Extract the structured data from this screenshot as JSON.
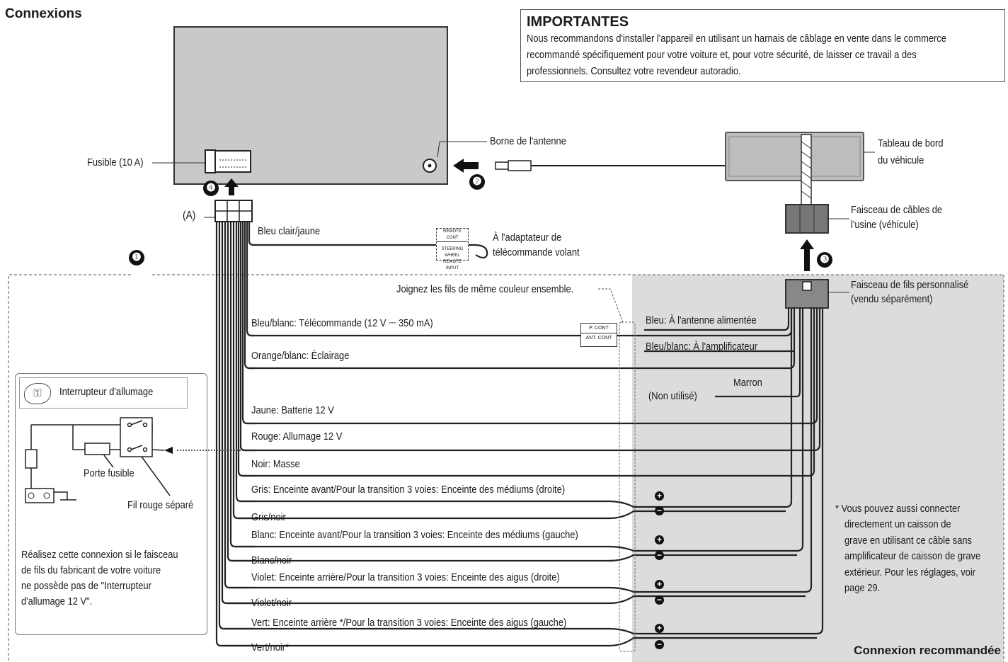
{
  "title": "Connexions",
  "important": {
    "heading": "IMPORTANTES",
    "lines": [
      "Nous recommandons d'installer l'appareil en utilisant un harnais de câblage en vente dans le commerce",
      "recommandé spécifiquement pour votre voiture et, pour votre sécurité, de laisser ce travail a des",
      "professionnels. Consultez votre revendeur autoradio."
    ]
  },
  "labels": {
    "fuse": "Fusible (10 A)",
    "antenna_terminal": "Borne de l'antenne",
    "dashboard_1": "Tableau de bord",
    "dashboard_2": "du véhicule",
    "factory_harness_1": "Faisceau de câbles de",
    "factory_harness_2": "l'usine (véhicule)",
    "custom_harness_1": "Faisceau de fils personnalisé",
    "custom_harness_2": "(vendu séparément)",
    "a_marker": "(A)",
    "steering_adapter_1": "À l'adaptateur de",
    "steering_adapter_2": "télécommande volant",
    "join_wires": "Joignez les fils de même couleur ensemble.",
    "ign_switch": "Interrupteur d'allumage",
    "fuse_holder": "Porte fusible",
    "red_wire_sep": "Fil rouge séparé",
    "recommended": "Connexion recommandée",
    "remote_cont_box": "REMOTE CONT",
    "steering_box_1": "STEERING WHEEL",
    "steering_box_2": "REMOTE INPUT",
    "p_cont": "P. CONT",
    "ant_cont": "ANT. CONT"
  },
  "ign_note": [
    "Réalisez cette connexion si le faisceau",
    "de fils du fabricant de votre voiture",
    "ne possède pas de \"Interrupteur",
    "d'allumage 12 V\"."
  ],
  "sub_note": [
    "* Vous pouvez aussi connecter",
    "directement un caisson de",
    "grave en utilisant ce câble sans",
    "amplificateur de caisson de grave",
    "extérieur. Pour les réglages, voir",
    "page 29."
  ],
  "steps": [
    "❶",
    "❷",
    "❸",
    "❹"
  ],
  "wires_left": [
    "Bleu clair/jaune",
    "Bleu/blanc: Télécommande (12 V ⎓ 350 mA)",
    "Orange/blanc: Éclairage",
    "Jaune: Batterie 12 V",
    "Rouge: Allumage 12 V",
    "Noir: Masse",
    "Gris: Enceinte avant/Pour la transition 3 voies: Enceinte des médiums (droite)",
    "Gris/noir",
    "Blanc: Enceinte avant/Pour la transition 3 voies: Enceinte des médiums (gauche)",
    "Blanc/noir",
    "Violet: Enceinte arrière/Pour la transition 3 voies: Enceinte des aigus (droite)",
    "Violet/noir",
    "Vert: Enceinte arrière */Pour la transition 3 voies: Enceinte des aigus (gauche)",
    "Vert/noir*"
  ],
  "wires_right": [
    "Bleu: À l'antenne alimentée",
    "Bleu/blanc: À l'amplificateur",
    "Marron",
    "(Non utilisé)"
  ],
  "polarity": {
    "plus": "+",
    "minus": "−"
  },
  "colors": {
    "line": "#1a1a1a",
    "shade": "#dcdcdc",
    "unit": "#c9c9c9"
  }
}
